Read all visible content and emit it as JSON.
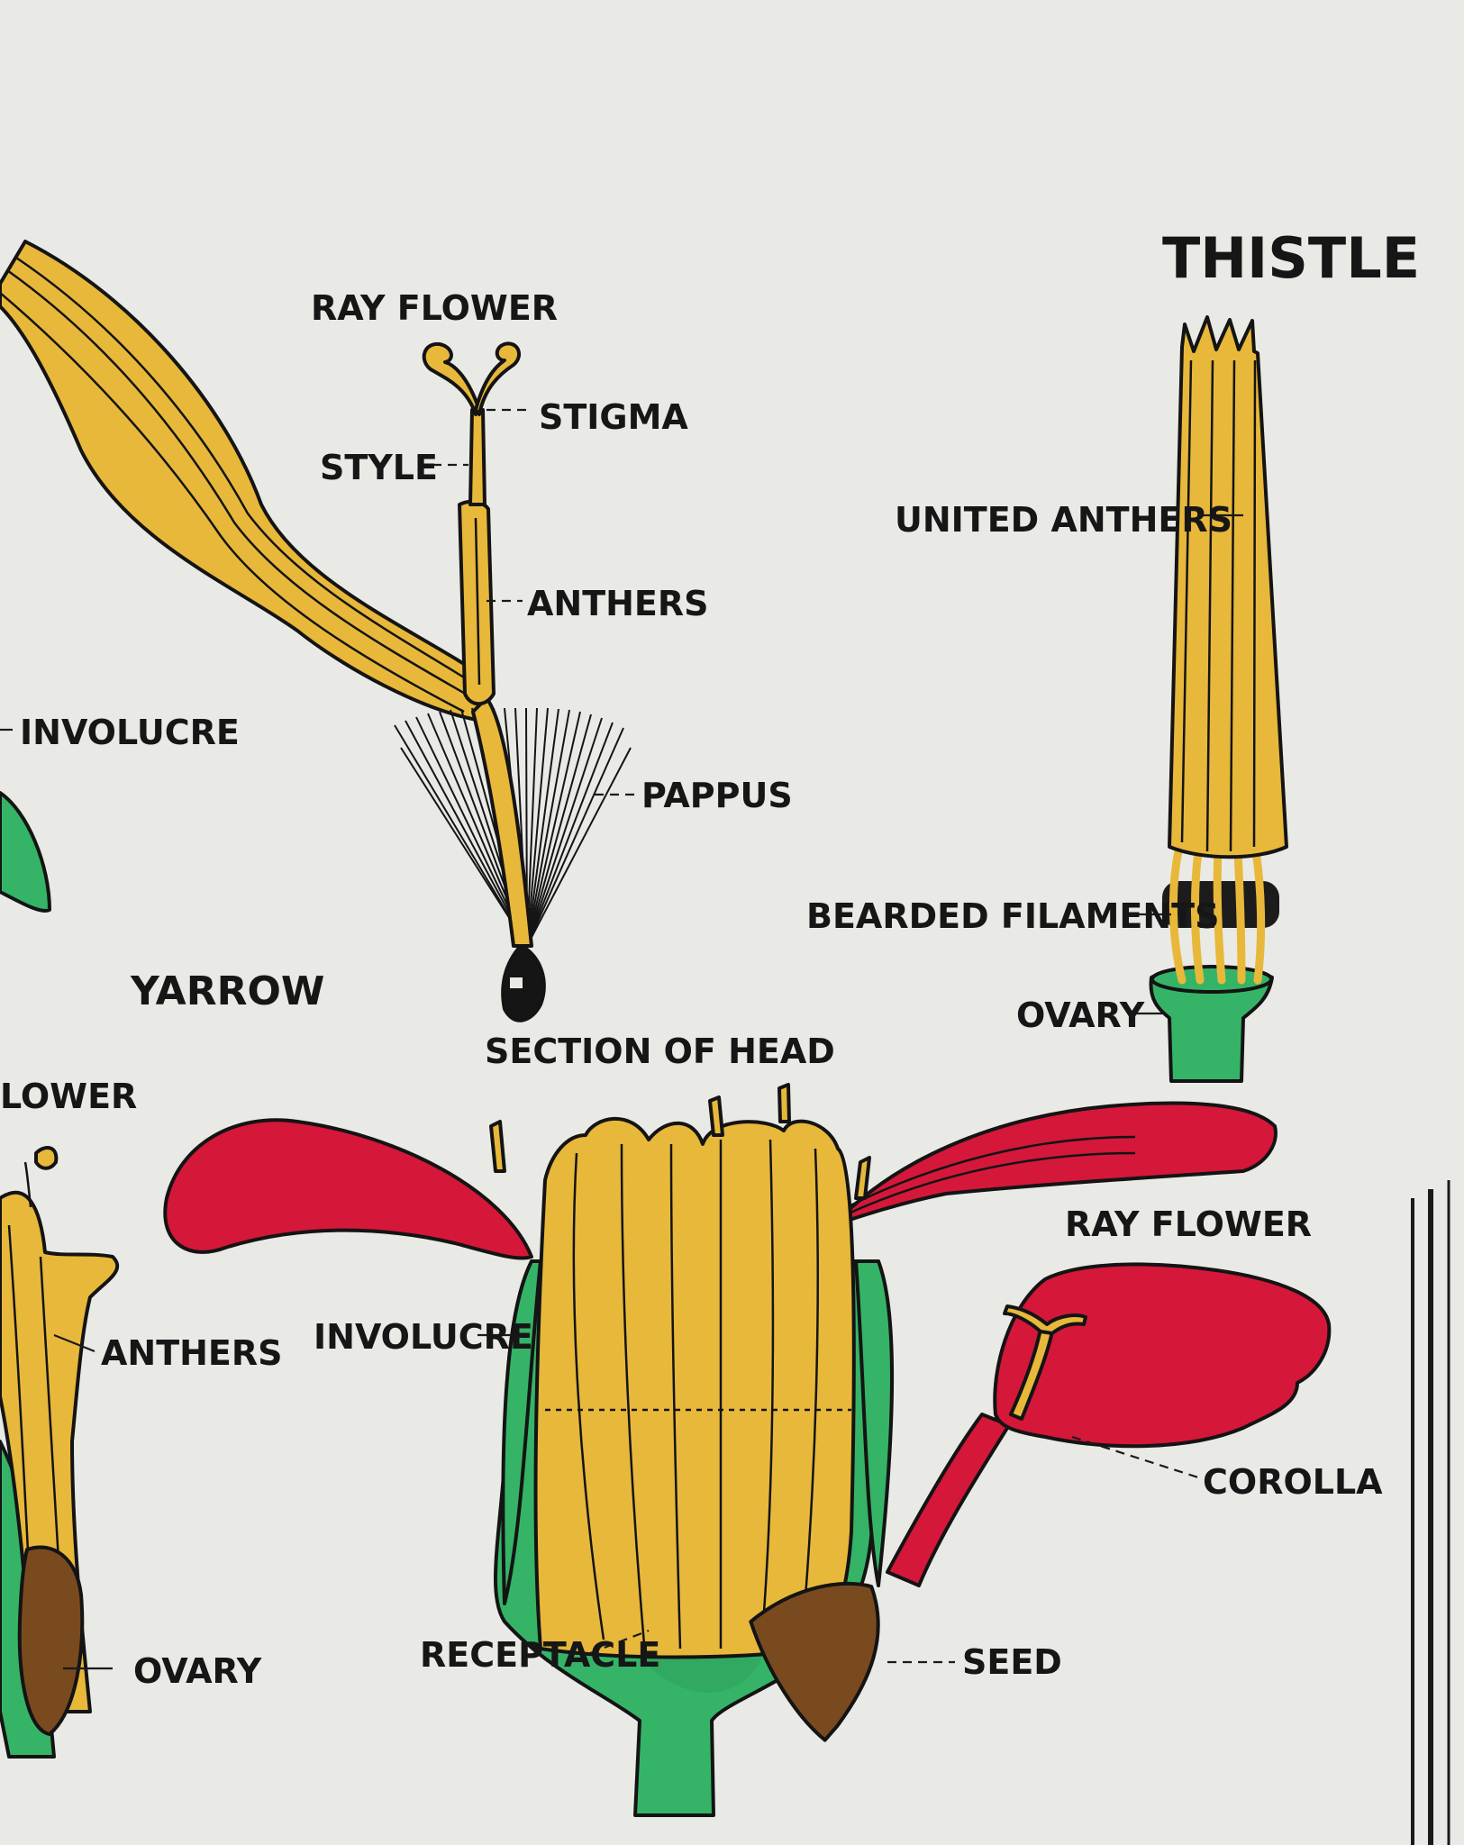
{
  "titles": {
    "thistle": "THISTLE",
    "yarrow": "YARROW",
    "ray_flower_top": "RAY FLOWER",
    "section_of_head": "SECTION OF HEAD",
    "ray_flower_right": "RAY FLOWER",
    "flower_cut_left": "LOWER"
  },
  "labels": {
    "stigma": "STIGMA",
    "style": "STYLE",
    "anthers_top": "ANTHERS",
    "pappus": "PAPPUS",
    "involucre_left": "INVOLUCRE",
    "united_anthers": "UNITED ANTHERS",
    "bearded_filaments": "BEARDED FILAMENTS",
    "ovary_thistle": "OVARY",
    "involucre_section": "INVOLUCRE",
    "anthers_left": "ANTHERS",
    "receptacle": "RECEPTACLE",
    "ovary_left": "OVARY",
    "corolla": "COROLLA",
    "seed": "SEED"
  },
  "colors": {
    "background": "#e9eae6",
    "yellow": "#e8b83a",
    "red": "#d5173a",
    "green": "#35b467",
    "brown": "#7a4a1f",
    "outline": "#141414"
  }
}
